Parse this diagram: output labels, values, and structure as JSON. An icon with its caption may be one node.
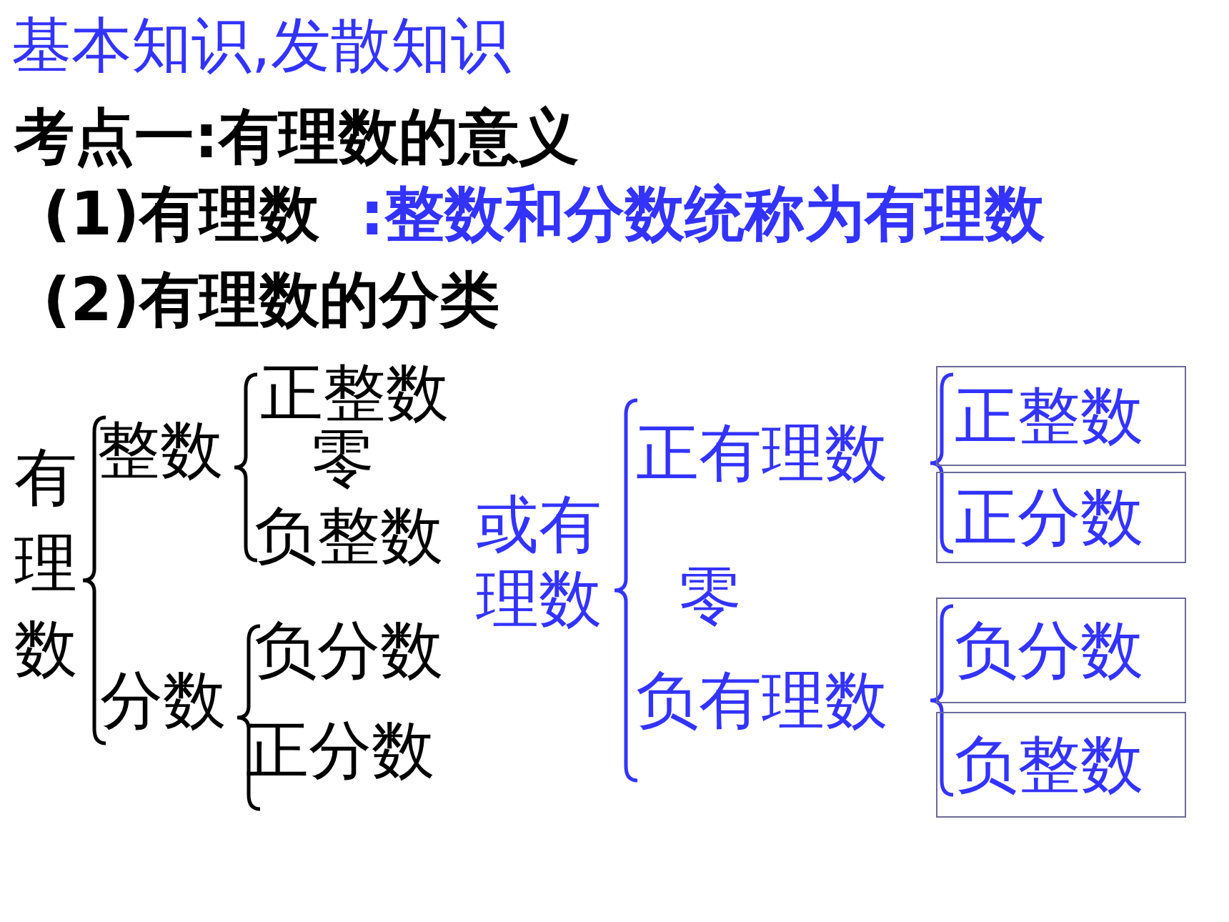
{
  "diagram": {
    "title": "基本知识,发散知识",
    "nodes": [
      {
        "text": [
          "正整数"
        ]
      },
      {
        "text": [
          "正分数"
        ]
      },
      {
        "text": [
          "负分数"
        ]
      },
      {
        "text": [
          "负整数"
        ]
      }
    ],
    "labels": [
      "考点一:有理数的意义",
      "(1)有理数",
      ":整数和分数统称为有理数",
      "(2)有理数的分类",
      "有理数",
      "整数",
      "正整数",
      "零",
      "负整数",
      "分数",
      "负分数",
      "正分数",
      "或有理数",
      "正有理数",
      "零",
      "负有理数"
    ]
  }
}
